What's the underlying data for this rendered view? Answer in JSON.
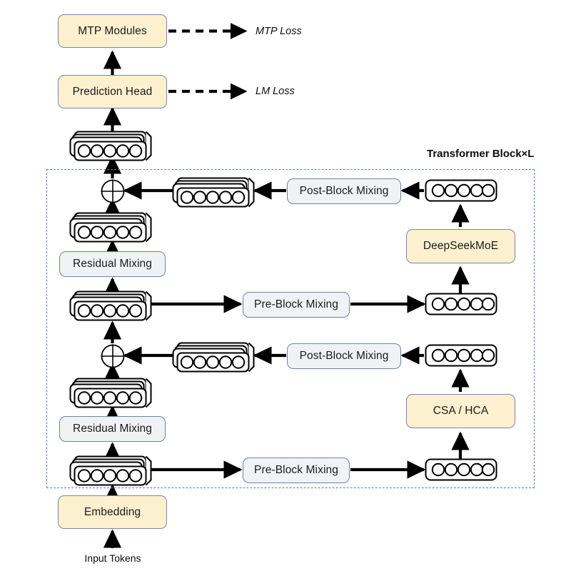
{
  "diagram": {
    "title": "Transformer Block ×L",
    "type": "architecture-flow-diagram",
    "region_label": {
      "text_main": "Transformer Block ",
      "text_math": "×L"
    },
    "colors": {
      "module_fill": "#fdf0cf",
      "module_border": "#7689a8",
      "mixing_fill": "#f1f2f4",
      "mixing_border": "#6b83a8",
      "region_dash": "#4a86c8",
      "arrow": "#000000",
      "token_fill": "#ffffff",
      "token_stroke": "#000000",
      "text": "#1a1a1a"
    }
  },
  "nodes": {
    "mtp_modules": {
      "label": "MTP Modules",
      "kind": "module"
    },
    "prediction_head": {
      "label": "Prediction Head",
      "kind": "module"
    },
    "embedding": {
      "label": "Embedding",
      "kind": "module"
    },
    "deepseekmoe": {
      "label": "DeepSeekMoE",
      "kind": "module"
    },
    "attention": {
      "label": "CSA / HCA",
      "kind": "module"
    },
    "residual_mixing_upper": {
      "label": "Residual Mixing",
      "kind": "mixing"
    },
    "residual_mixing_lower": {
      "label": "Residual Mixing",
      "kind": "mixing"
    },
    "pre_block_mixing_upper": {
      "label": "Pre-Block Mixing",
      "kind": "mixing"
    },
    "pre_block_mixing_lower": {
      "label": "Pre-Block Mixing",
      "kind": "mixing"
    },
    "post_block_mixing_upper": {
      "label": "Post-Block Mixing",
      "kind": "mixing"
    },
    "post_block_mixing_lower": {
      "label": "Post-Block Mixing",
      "kind": "mixing"
    }
  },
  "labels": {
    "mtp_loss": "MTP Loss",
    "lm_loss": "LM Loss",
    "input_tokens": "Input Tokens"
  },
  "token_strips": {
    "circles_per_strip": 5,
    "stacked_depth": 3,
    "stacked": [
      {
        "name": "tokens-output",
        "note": "output hidden states above transformer block"
      },
      {
        "name": "tokens-upper-residual-in",
        "note": "into upper Residual Mixing"
      },
      {
        "name": "tokens-upper-preblock-in",
        "note": "into upper Pre-Block Mixing"
      },
      {
        "name": "tokens-upper-postblock-out",
        "note": "from upper Post-Block Mixing"
      },
      {
        "name": "tokens-lower-residual-in",
        "note": "into lower Residual Mixing"
      },
      {
        "name": "tokens-lower-postblock-out",
        "note": "from lower Post-Block Mixing"
      },
      {
        "name": "tokens-embedding-out",
        "note": "from Embedding into transformer block"
      }
    ],
    "flat": [
      {
        "name": "tokens-moe-out",
        "note": "DeepSeekMoE output"
      },
      {
        "name": "tokens-moe-in",
        "note": "DeepSeekMoE input"
      },
      {
        "name": "tokens-attn-out",
        "note": "CSA / HCA output"
      },
      {
        "name": "tokens-attn-in",
        "note": "CSA / HCA input"
      }
    ]
  },
  "operators": [
    {
      "name": "residual-add-upper",
      "symbol": "⊕"
    },
    {
      "name": "residual-add-lower",
      "symbol": "⊕"
    }
  ]
}
